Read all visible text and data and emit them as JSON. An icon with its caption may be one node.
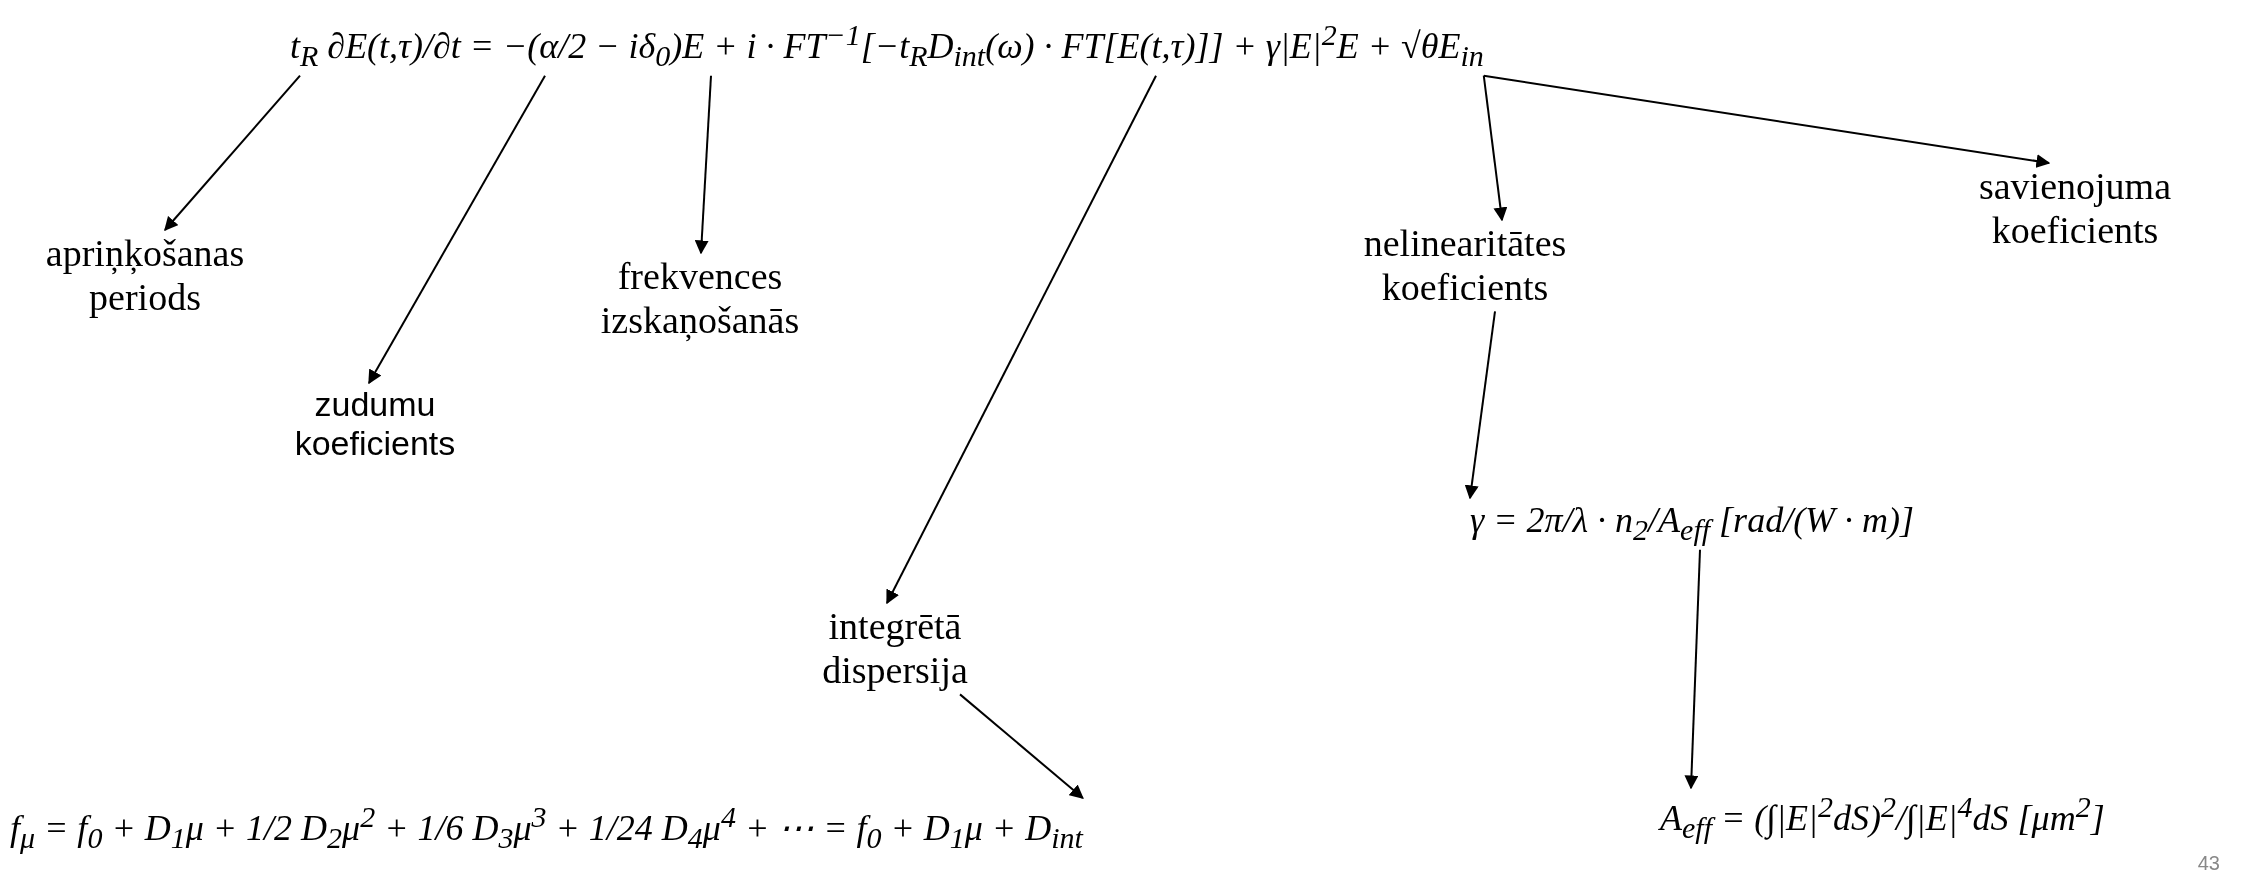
{
  "diagram": {
    "nodes": [
      {
        "text": [
          "t$_{R}$ ∂E(t,τ)/∂t = −(α/2 − iδ$_{0}$)E + i · FT$^{−1}$[−t$_{R}$D$_{int}$(ω) · FT[E(t,τ)]] + γ|E|$^{2}$E + √θE$_{in}$"
        ]
      },
      {
        "text": [
          "apriņķošanas periods"
        ]
      },
      {
        "text": [
          "zudumu koeficients"
        ]
      },
      {
        "text": [
          "frekvences izskaņošanās"
        ]
      },
      {
        "text": [
          "integrētā dispersija"
        ]
      },
      {
        "text": [
          "nelinearitātes koeficients"
        ]
      },
      {
        "text": [
          "savienojuma koeficients"
        ]
      },
      {
        "text": [
          "γ = 2π/λ · n$_{2}$/A$_{eff}$ [rad/(W · m)]"
        ]
      },
      {
        "text": [
          "A$_{eff}$ = (∫|E|$^{2}$dS)$^{2}$/∫|E|$^{4}$dS [μm$^{2}$]"
        ]
      },
      {
        "text": [
          "f$_{μ}$ = f$_{0}$ + D$_{1}$μ + 1/2 D$_{2}$μ$^{2}$ + 1/6 D$_{3}$μ$^{3}$ + 1/24 D$_{4}$μ$^{4}$ + ⋯ = f$_{0}$ + D$_{1}$μ + D$_{int}$"
        ]
      }
    ],
    "edges": [
      {
        "from": 0,
        "to": 1,
        "arrow": "to"
      },
      {
        "from": 0,
        "to": 2,
        "arrow": "to"
      },
      {
        "from": 0,
        "to": 3,
        "arrow": "to"
      },
      {
        "from": 0,
        "to": 4,
        "arrow": "to"
      },
      {
        "from": 0,
        "to": 5,
        "arrow": "to"
      },
      {
        "from": 0,
        "to": 6,
        "arrow": "to"
      },
      {
        "from": 5,
        "to": 7,
        "arrow": "to"
      },
      {
        "from": 7,
        "to": 8,
        "arrow": "to"
      },
      {
        "from": 4,
        "to": 9,
        "arrow": "to"
      }
    ],
    "labels": [
      "43"
    ]
  }
}
